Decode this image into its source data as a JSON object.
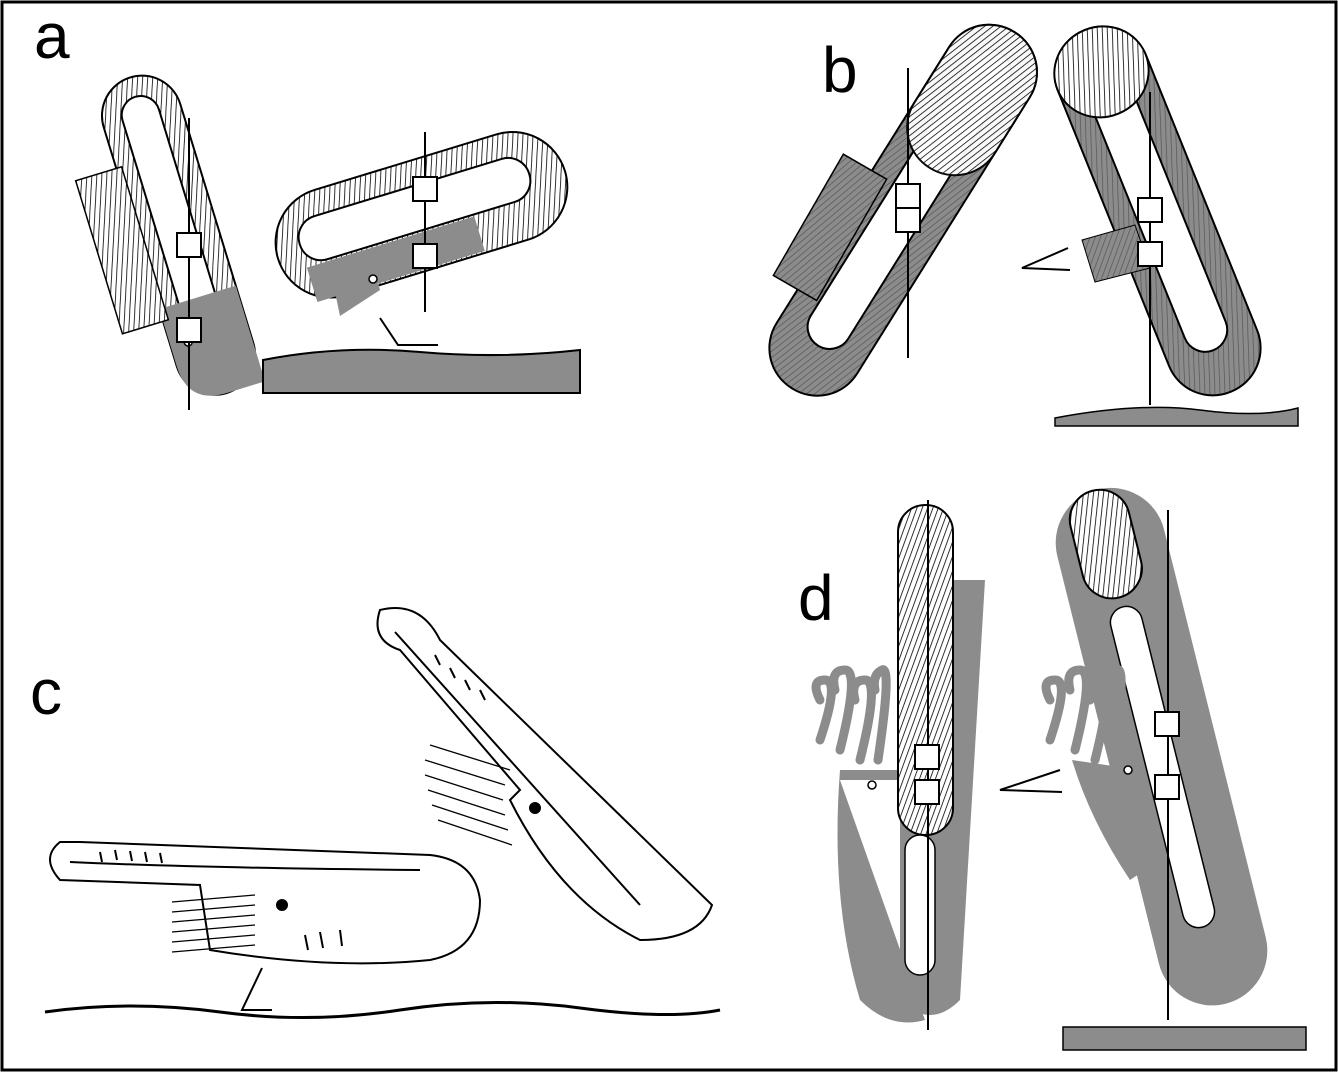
{
  "panels": [
    {
      "label": "a"
    },
    {
      "label": "b"
    },
    {
      "label": "c"
    },
    {
      "label": "d"
    }
  ],
  "colors": {
    "body_fill": "#8c8c8c",
    "line": "#000000",
    "background": "#ffffff",
    "frame": "#000000"
  }
}
